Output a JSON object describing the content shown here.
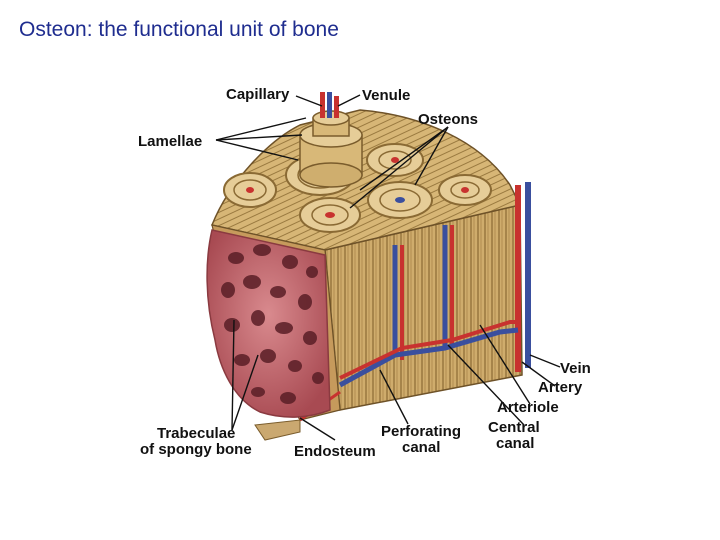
{
  "title": "Osteon: the functional unit of bone",
  "labels": {
    "capillary": "Capillary",
    "venule": "Venule",
    "osteons": "Osteons",
    "lamellae": "Lamellae",
    "vein": "Vein",
    "artery": "Artery",
    "arteriole": "Arteriole",
    "central_canal_1": "Central",
    "central_canal_2": "canal",
    "perforating_canal_1": "Perforating",
    "perforating_canal_2": "canal",
    "endosteum": "Endosteum",
    "trabeculae_1": "Trabeculae",
    "trabeculae_2": "of spongy bone"
  },
  "colors": {
    "title": "#1f2d8f",
    "compact_bone": "#c9a464",
    "lamella_line": "#8a6a34",
    "spongy_bone": "#c46a70",
    "artery": "#c8322f",
    "vein": "#3a4f9e"
  }
}
